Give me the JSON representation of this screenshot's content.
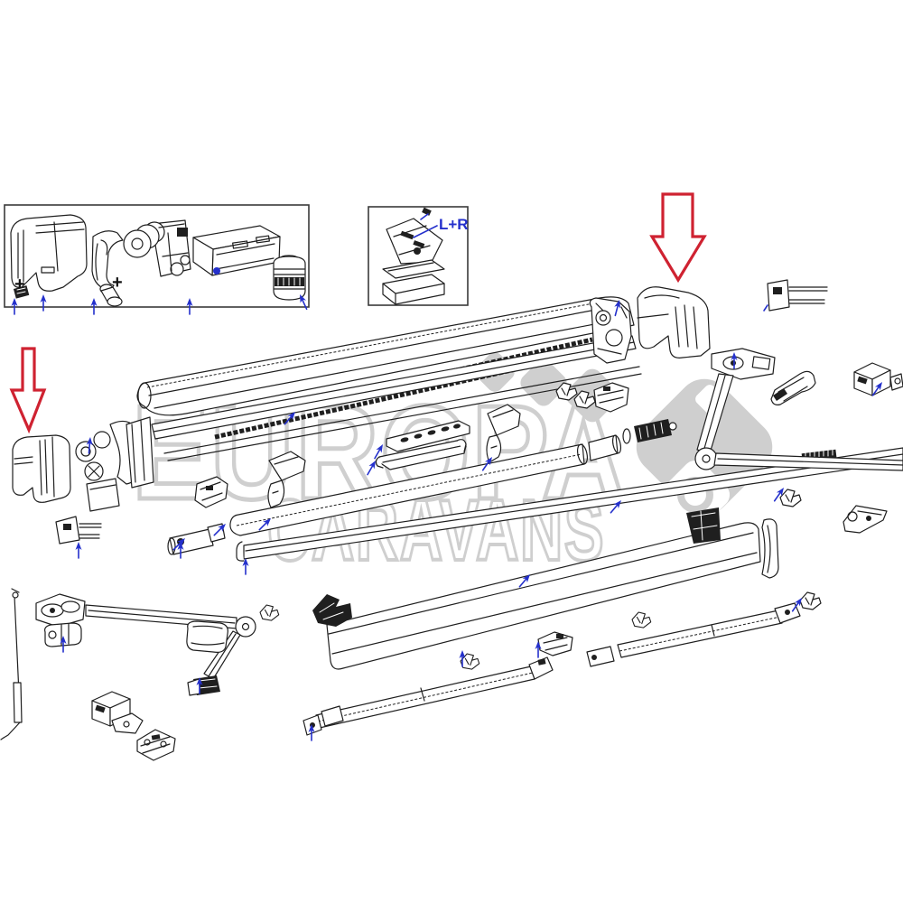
{
  "watermark": {
    "brand_line1": "EUROPA",
    "brand_line2": "CARAVANS"
  },
  "callouts": {
    "left_right_label": "L+R",
    "plus_sign": "+"
  },
  "colors": {
    "background": "#ffffff",
    "line": "#1f1f1f",
    "marker_blue": "#2430cc",
    "arrow_red": "#cf2231",
    "watermark_gray": "#cfcfcf",
    "box_border": "#3a3a3a"
  }
}
